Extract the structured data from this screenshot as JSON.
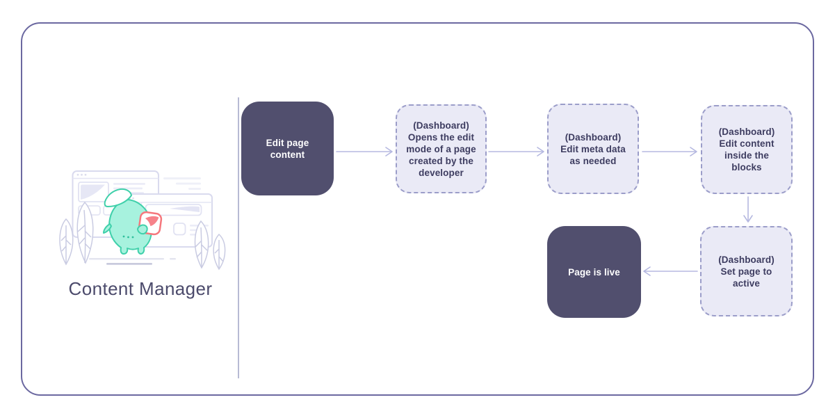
{
  "panel": {
    "border_color": "#6b68a0",
    "background": "#ffffff"
  },
  "branding": {
    "title": "Content Manager",
    "title_color": "#4b4a6b"
  },
  "illustration": {
    "name": "mascot-browser-windows-plants",
    "mascot_fill": "#a7f2de",
    "mascot_stroke": "#3fd0aa",
    "card_accent": "#f5777d",
    "outline_color": "#d9daee"
  },
  "flowchart": {
    "style": {
      "solid_node_bg": "#514f6e",
      "solid_node_text": "#ffffff",
      "dashed_node_bg": "#eaeaf6",
      "dashed_node_border": "#9b9dc9",
      "dashed_node_text": "#3d3c60",
      "arrow_color": "#b5b8e0"
    },
    "nodes": [
      {
        "id": "edit-page-content",
        "type": "solid",
        "label": "Edit page\ncontent"
      },
      {
        "id": "open-edit-mode",
        "type": "dashed",
        "label": "(Dashboard)\nOpens the edit\nmode of a page\ncreated by the\ndeveloper"
      },
      {
        "id": "edit-meta-data",
        "type": "dashed",
        "label": "(Dashboard)\nEdit meta data\nas needed"
      },
      {
        "id": "edit-content-blocks",
        "type": "dashed",
        "label": "(Dashboard)\nEdit content\ninside the\nblocks"
      },
      {
        "id": "page-is-live",
        "type": "solid",
        "label": "Page is live"
      },
      {
        "id": "set-page-active",
        "type": "dashed",
        "label": "(Dashboard)\nSet page to\nactive"
      }
    ],
    "edges": [
      {
        "from": "edit-page-content",
        "to": "open-edit-mode",
        "direction": "right"
      },
      {
        "from": "open-edit-mode",
        "to": "edit-meta-data",
        "direction": "right"
      },
      {
        "from": "edit-meta-data",
        "to": "edit-content-blocks",
        "direction": "right"
      },
      {
        "from": "edit-content-blocks",
        "to": "set-page-active",
        "direction": "down"
      },
      {
        "from": "set-page-active",
        "to": "page-is-live",
        "direction": "left"
      }
    ]
  }
}
